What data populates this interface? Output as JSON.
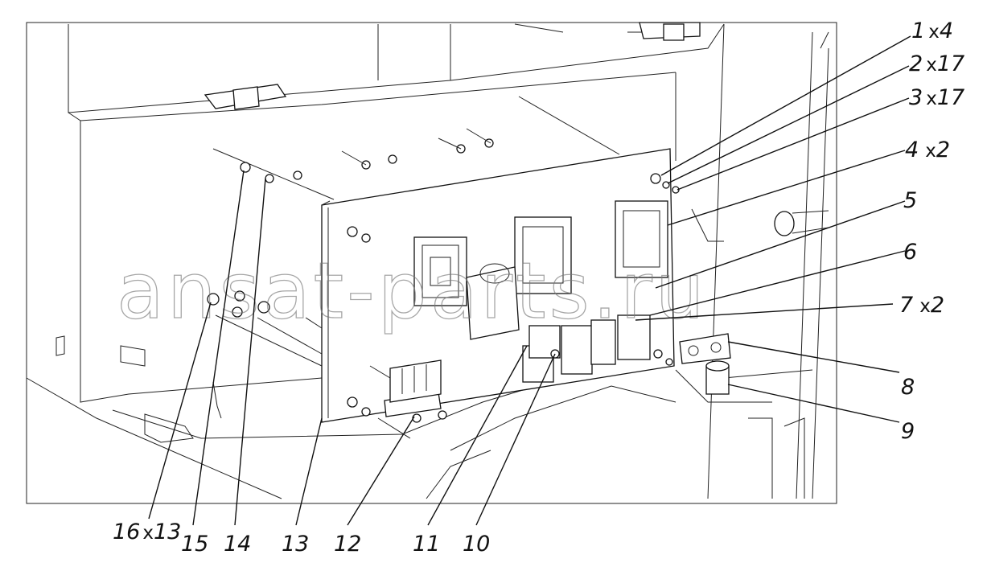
{
  "watermark": "ansat-parts.ru",
  "callouts": [
    {
      "id": "c1",
      "number": "1",
      "qty": "4"
    },
    {
      "id": "c2",
      "number": "2",
      "qty": "17"
    },
    {
      "id": "c3",
      "number": "3",
      "qty": "17"
    },
    {
      "id": "c4",
      "number": "4",
      "qty": "2"
    },
    {
      "id": "c5",
      "number": "5",
      "qty": ""
    },
    {
      "id": "c6",
      "number": "6",
      "qty": ""
    },
    {
      "id": "c7",
      "number": "7",
      "qty": "2"
    },
    {
      "id": "c8",
      "number": "8",
      "qty": ""
    },
    {
      "id": "c9",
      "number": "9",
      "qty": ""
    },
    {
      "id": "c10",
      "number": "10",
      "qty": ""
    },
    {
      "id": "c11",
      "number": "11",
      "qty": ""
    },
    {
      "id": "c12",
      "number": "12",
      "qty": ""
    },
    {
      "id": "c13",
      "number": "13",
      "qty": ""
    },
    {
      "id": "c14",
      "number": "14",
      "qty": ""
    },
    {
      "id": "c15",
      "number": "15",
      "qty": ""
    },
    {
      "id": "c16",
      "number": "16",
      "qty": "13"
    }
  ]
}
